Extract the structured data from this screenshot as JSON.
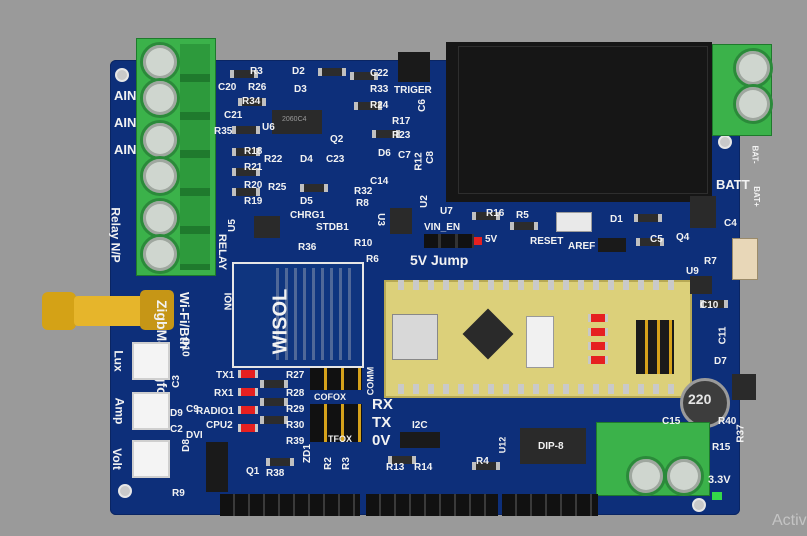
{
  "board": {
    "labels": {
      "ain1": "AIN",
      "ain2": "AIN",
      "ain3": "AIN",
      "relay_np": "Relay N/P",
      "relay": "RELAY",
      "title": "ZigbMax Sigfox",
      "wifi": "Wi-Fi/Bth",
      "wisol": "WISOL",
      "ion": "ION",
      "lux": "Lux",
      "amp": "Amp",
      "volt": "Volt",
      "triger": "TRIGER",
      "batt": "BATT",
      "bat_minus": "BAT-",
      "bat_plus": "BAT+",
      "reset": "RESET",
      "aref": "AREF",
      "vin_en": "VIN_EN",
      "fivev": "5V",
      "fivev_jump": "5V Jump",
      "rx": "RX",
      "tx": "TX",
      "zerov": "0V",
      "i2c": "I2C",
      "dip8": "DIP-8",
      "coil": "220",
      "v33": "3.3V",
      "comm": "COMM",
      "cofox": "COFOX",
      "tfox": "TFOX",
      "chip_mark": "2060C4"
    },
    "refs": {
      "r3": "R3",
      "d2": "D2",
      "c22": "C22",
      "c20": "C20",
      "r26": "R26",
      "d3": "D3",
      "r33": "R33",
      "r34": "R34",
      "r24": "R24",
      "c6": "C6",
      "c21": "C21",
      "u6": "U6",
      "r17": "R17",
      "r35": "R35",
      "q2": "Q2",
      "r23": "R23",
      "r18": "R18",
      "d6": "D6",
      "c7": "C7",
      "c8": "C8",
      "r22": "R22",
      "d4": "D4",
      "c23": "C23",
      "r12": "R12",
      "r21": "R21",
      "r20": "R20",
      "c14": "C14",
      "r25": "R25",
      "r32": "R32",
      "r19": "R19",
      "d5": "D5",
      "r8": "R8",
      "u2": "U2",
      "u5": "U5",
      "chrg1": "CHRG1",
      "u3": "U3",
      "stdb1": "STDB1",
      "r36": "R36",
      "r10": "R10",
      "r6": "R6",
      "u7": "U7",
      "r16": "R16",
      "r5": "R5",
      "d1": "D1",
      "q4": "Q4",
      "c4": "C4",
      "c5": "C5",
      "r7": "R7",
      "u9": "U9",
      "c10": "C10",
      "c11": "C11",
      "d7": "D7",
      "d10": "D10",
      "c3": "C3",
      "d9": "D9",
      "c9": "C9",
      "c2": "C2",
      "d8": "D8",
      "dvi": "DVI",
      "r9": "R9",
      "tx1": "TX1",
      "rx1": "RX1",
      "radio1": "RADIO1",
      "cpu2": "CPU2",
      "r27": "R27",
      "r28": "R28",
      "r29": "R29",
      "r30": "R30",
      "r39": "R39",
      "zd1": "ZD1",
      "q1": "Q1",
      "r38": "R38",
      "r2": "R2",
      "r3b": "R3",
      "r13": "R13",
      "r14": "R14",
      "u12": "U12",
      "r4": "R4",
      "c15": "C15",
      "r40": "R40",
      "r15": "R15",
      "r37": "R37"
    },
    "watermark": "Activ"
  }
}
